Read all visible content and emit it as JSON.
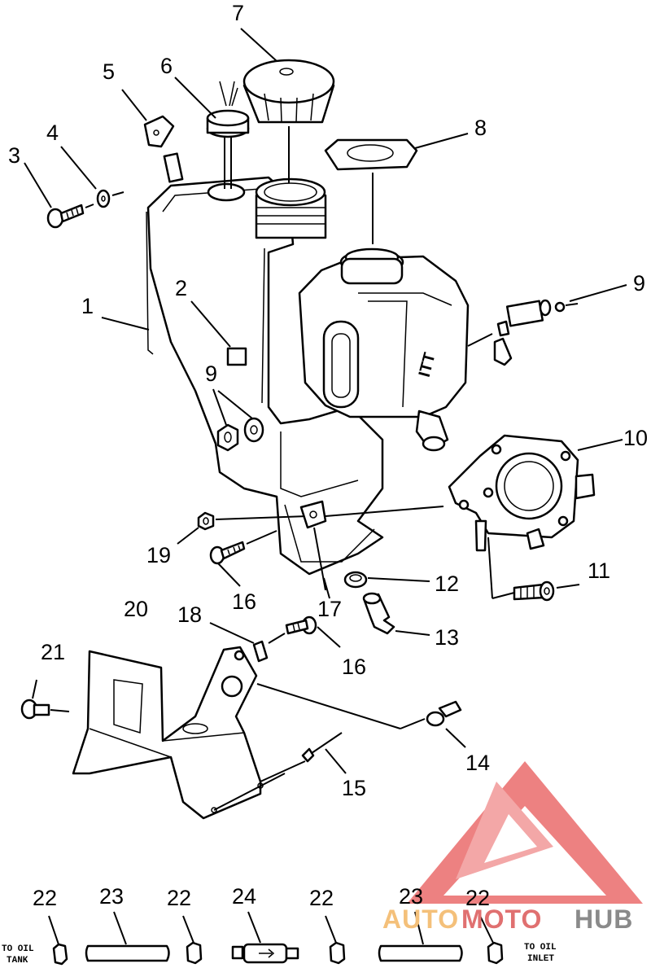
{
  "callouts": [
    "1",
    "2",
    "3",
    "4",
    "5",
    "6",
    "7",
    "8",
    "9",
    "9",
    "10",
    "11",
    "12",
    "13",
    "14",
    "15",
    "16",
    "16",
    "17",
    "18",
    "19",
    "20",
    "21",
    "22",
    "22",
    "22",
    "22",
    "23",
    "23",
    "24"
  ],
  "notes": {
    "to_oil_tank_line1": "TO OIL",
    "to_oil_tank_line2": "TANK",
    "to_oil_inlet_line1": "TO OIL",
    "to_oil_inlet_line2": "INLET"
  },
  "watermark": {
    "part1": "AUTO",
    "part2": "MOTO",
    "part3": "HUB",
    "colors": {
      "triangle": "#e85858",
      "auto": "#f4c07a",
      "moto": "#e07070",
      "hub": "#8a8a8a"
    }
  }
}
